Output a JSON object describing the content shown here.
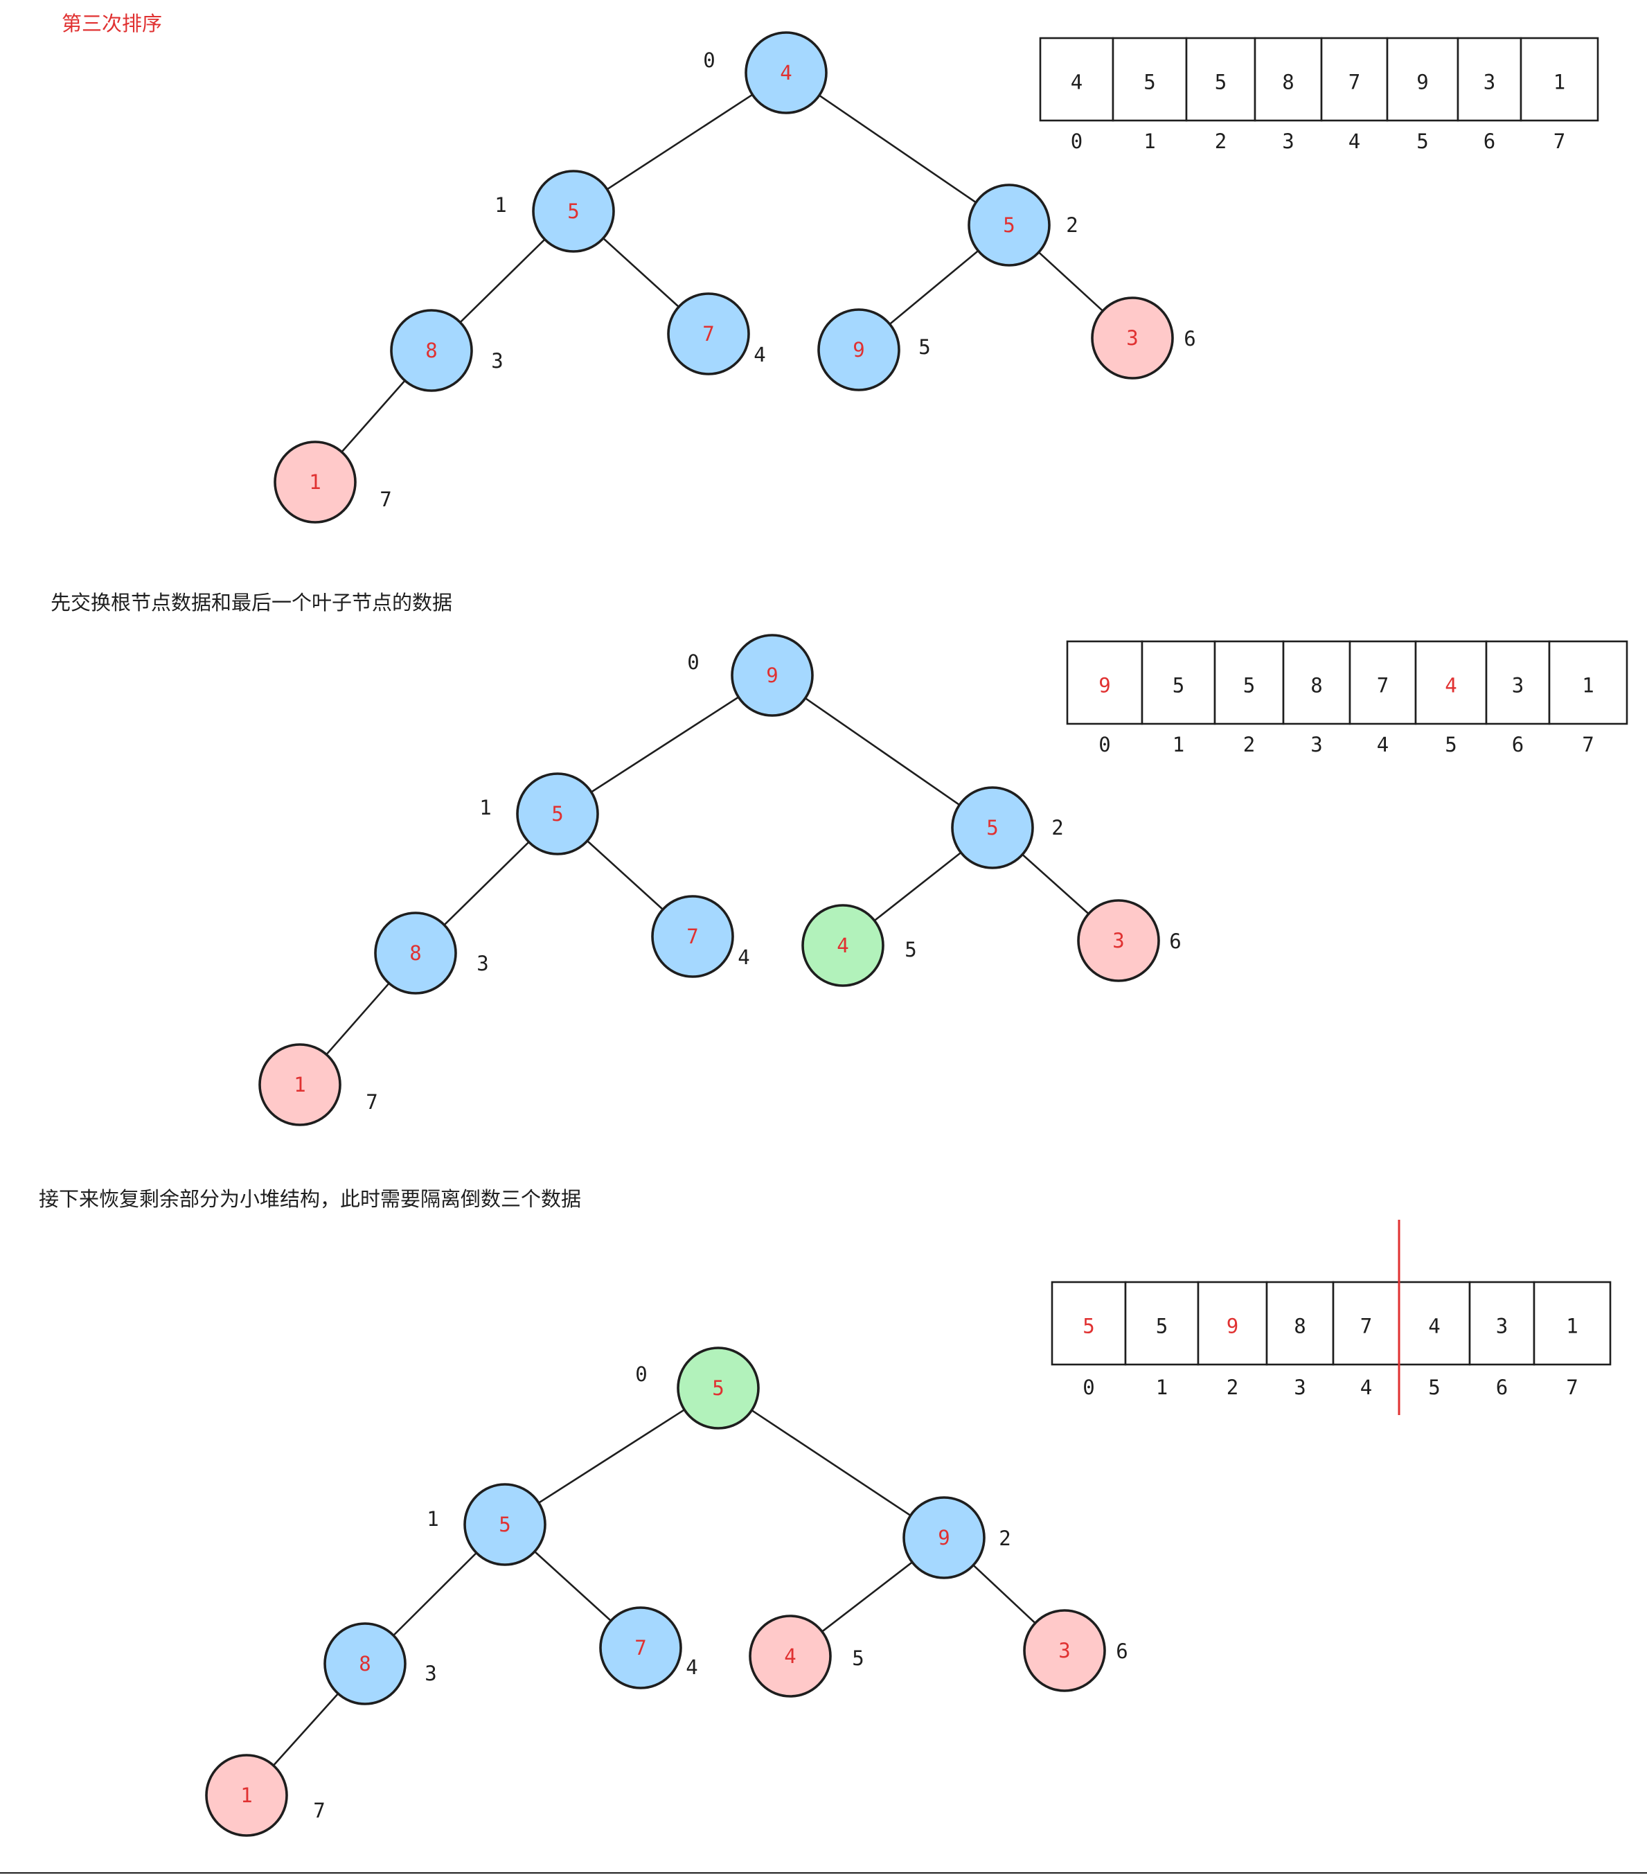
{
  "title": "第三次排序",
  "colors": {
    "blue_fill": "#a5d8ff",
    "red_fill": "#ffc9c9",
    "green_fill": "#b2f2bb",
    "red_text": "#e03131",
    "black_text": "#1e1e1e",
    "divider": "#e03131"
  },
  "panels": [
    {
      "caption": "",
      "tree": {
        "nodes": [
          {
            "index": "0",
            "value": "4",
            "fill": "blue"
          },
          {
            "index": "1",
            "value": "5",
            "fill": "blue"
          },
          {
            "index": "2",
            "value": "5",
            "fill": "blue"
          },
          {
            "index": "3",
            "value": "8",
            "fill": "blue"
          },
          {
            "index": "4",
            "value": "7",
            "fill": "blue"
          },
          {
            "index": "5",
            "value": "9",
            "fill": "blue"
          },
          {
            "index": "6",
            "value": "3",
            "fill": "red"
          },
          {
            "index": "7",
            "value": "1",
            "fill": "red"
          }
        ]
      },
      "array": {
        "cells": [
          {
            "value": "4",
            "color": "black"
          },
          {
            "value": "5",
            "color": "black"
          },
          {
            "value": "5",
            "color": "black"
          },
          {
            "value": "8",
            "color": "black"
          },
          {
            "value": "7",
            "color": "black"
          },
          {
            "value": "9",
            "color": "black"
          },
          {
            "value": "3",
            "color": "black"
          },
          {
            "value": "1",
            "color": "black"
          }
        ],
        "indices": [
          "0",
          "1",
          "2",
          "3",
          "4",
          "5",
          "6",
          "7"
        ],
        "divider_after_index": null
      }
    },
    {
      "caption": "先交换根节点数据和最后一个叶子节点的数据",
      "tree": {
        "nodes": [
          {
            "index": "0",
            "value": "9",
            "fill": "blue"
          },
          {
            "index": "1",
            "value": "5",
            "fill": "blue"
          },
          {
            "index": "2",
            "value": "5",
            "fill": "blue"
          },
          {
            "index": "3",
            "value": "8",
            "fill": "blue"
          },
          {
            "index": "4",
            "value": "7",
            "fill": "blue"
          },
          {
            "index": "5",
            "value": "4",
            "fill": "green"
          },
          {
            "index": "6",
            "value": "3",
            "fill": "red"
          },
          {
            "index": "7",
            "value": "1",
            "fill": "red"
          }
        ]
      },
      "array": {
        "cells": [
          {
            "value": "9",
            "color": "red"
          },
          {
            "value": "5",
            "color": "black"
          },
          {
            "value": "5",
            "color": "black"
          },
          {
            "value": "8",
            "color": "black"
          },
          {
            "value": "7",
            "color": "black"
          },
          {
            "value": "4",
            "color": "red"
          },
          {
            "value": "3",
            "color": "black"
          },
          {
            "value": "1",
            "color": "black"
          }
        ],
        "indices": [
          "0",
          "1",
          "2",
          "3",
          "4",
          "5",
          "6",
          "7"
        ],
        "divider_after_index": null
      }
    },
    {
      "caption": "接下来恢复剩余部分为小堆结构，此时需要隔离倒数三个数据",
      "tree": {
        "nodes": [
          {
            "index": "0",
            "value": "5",
            "fill": "green"
          },
          {
            "index": "1",
            "value": "5",
            "fill": "blue"
          },
          {
            "index": "2",
            "value": "9",
            "fill": "blue"
          },
          {
            "index": "3",
            "value": "8",
            "fill": "blue"
          },
          {
            "index": "4",
            "value": "7",
            "fill": "blue"
          },
          {
            "index": "5",
            "value": "4",
            "fill": "red"
          },
          {
            "index": "6",
            "value": "3",
            "fill": "red"
          },
          {
            "index": "7",
            "value": "1",
            "fill": "red"
          }
        ]
      },
      "array": {
        "cells": [
          {
            "value": "5",
            "color": "red"
          },
          {
            "value": "5",
            "color": "black"
          },
          {
            "value": "9",
            "color": "red"
          },
          {
            "value": "8",
            "color": "black"
          },
          {
            "value": "7",
            "color": "black"
          },
          {
            "value": "4",
            "color": "black"
          },
          {
            "value": "3",
            "color": "black"
          },
          {
            "value": "1",
            "color": "black"
          }
        ],
        "indices": [
          "0",
          "1",
          "2",
          "3",
          "4",
          "5",
          "6",
          "7"
        ],
        "divider_after_index": 4
      }
    }
  ]
}
